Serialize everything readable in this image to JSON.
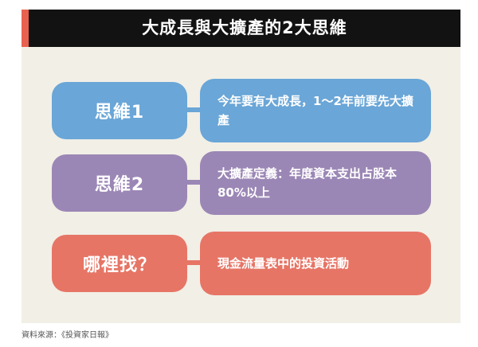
{
  "header": {
    "title": "大成長與大擴產的2大思維",
    "accent_color": "#e8604f",
    "background_color": "#121212"
  },
  "panel": {
    "background_color": "#f2efe6"
  },
  "rows": [
    {
      "label": "思維1",
      "text": "今年要有大成長，1～2年前要先大擴產",
      "color": "#6aa6d7"
    },
    {
      "label": "思維2",
      "text": "大擴產定義：年度資本支出占股本80%以上",
      "color": "#9b87b5"
    },
    {
      "label": "哪裡找？",
      "text": "現金流量表中的投資活動",
      "color": "#e67566"
    }
  ],
  "source": "資料來源：《投資家日報》"
}
